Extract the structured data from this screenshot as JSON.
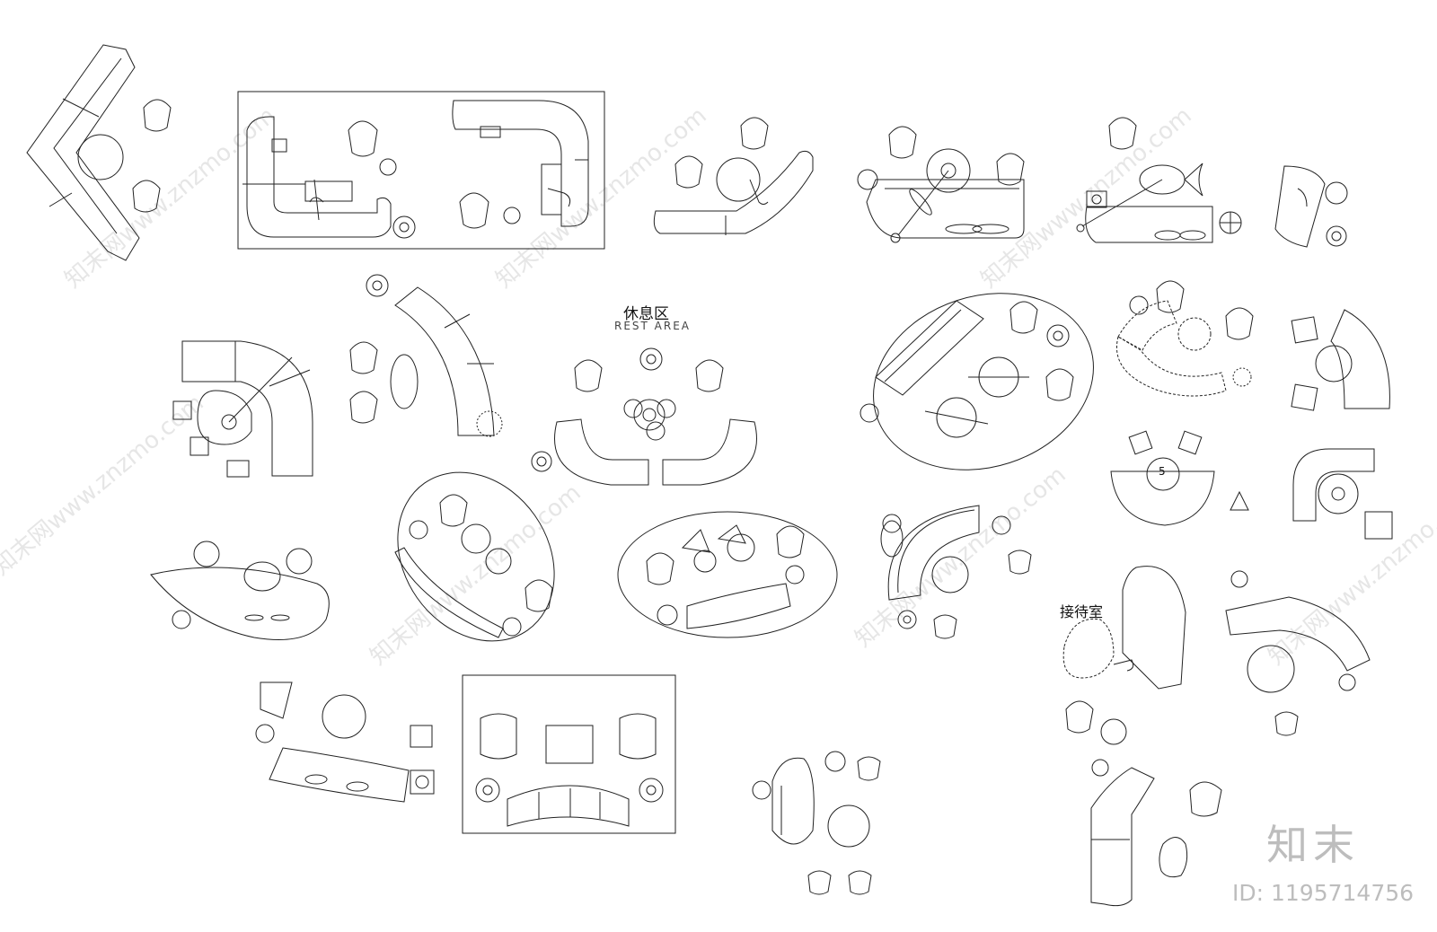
{
  "labels": {
    "rest_area_zh": "休息区",
    "rest_area_en": "REST AREA",
    "reception_zh": "接待室",
    "marker_number": "5"
  },
  "brand": {
    "name": "知末",
    "id_text": "ID: 1195714756"
  },
  "watermark": {
    "text": "知末网www.znzmo.com"
  },
  "colors": {
    "line": "#222222",
    "watermark": "#e6e6e6",
    "brand": "#bdbdbd"
  }
}
